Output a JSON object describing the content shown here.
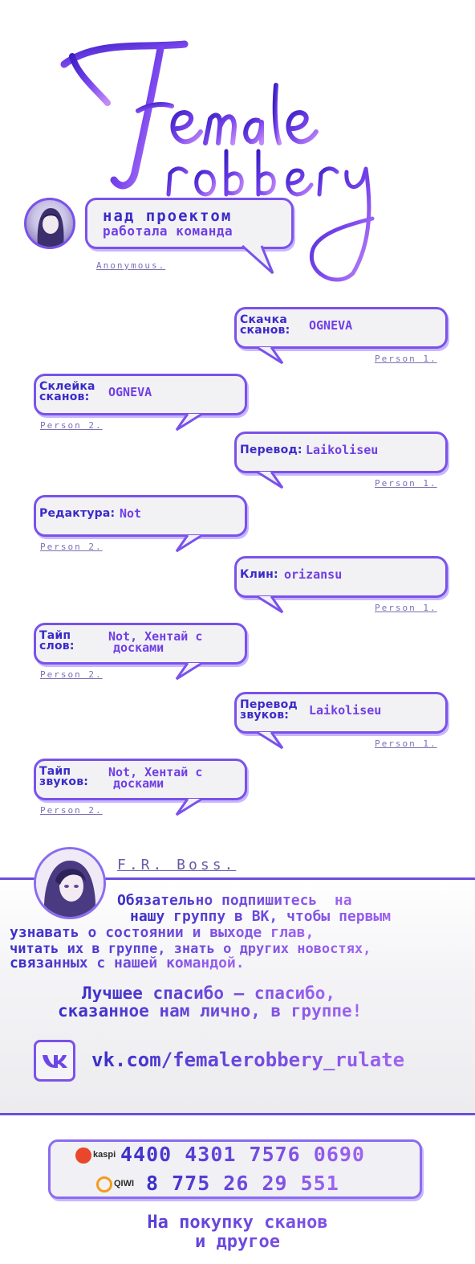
{
  "logo": {
    "line1": "Female",
    "line2": "robbery"
  },
  "header": {
    "line1": "над проектом",
    "line2": "работала команда",
    "signature": "Anonymous."
  },
  "credits": [
    {
      "label1": "Скачка",
      "label2": "сканов:",
      "value1": "OGNEVA",
      "value2": "",
      "person": "Person 1."
    },
    {
      "label1": "Склейка",
      "label2": "сканов:",
      "value1": "OGNEVA",
      "value2": "",
      "person": "Person 2."
    },
    {
      "label1": "Перевод:",
      "label2": "",
      "value1": "Laikoliseu",
      "value2": "",
      "person": "Person 1."
    },
    {
      "label1": "Редактура:",
      "label2": "",
      "value1": "Not",
      "value2": "",
      "person": "Person 2."
    },
    {
      "label1": "Клин:",
      "label2": "",
      "value1": "orizansu",
      "value2": "",
      "person": "Person 1."
    },
    {
      "label1": "Тайп",
      "label2": "слов:",
      "value1": "Not, Хентай с",
      "value2": "досками",
      "person": "Person 2."
    },
    {
      "label1": "Перевод",
      "label2": "звуков:",
      "value1": "Laikoliseu",
      "value2": "",
      "person": "Person 1."
    },
    {
      "label1": "Тайп",
      "label2": "звуков:",
      "value1": "Not, Хентай с",
      "value2": "досками",
      "person": "Person 2."
    }
  ],
  "boss": {
    "name": "F.R. Boss.",
    "message": [
      "Обязательно подпишитесь  на",
      "нашу группу в ВК, чтобы первым",
      "узнавать о состоянии и выходе глав,",
      "читать их в группе, знать о других новостях,",
      "связанных с нашей командой."
    ],
    "thanks": [
      "Лучшее спасибо — спасибо,",
      "сказанное нам лично, в группе!"
    ],
    "vk_url": "vk.com/femalerobbery_rulate"
  },
  "payment": {
    "kaspi_label": "kaspi",
    "kaspi_number": "4400 4301 7576 0690",
    "qiwi_label": "QIWI",
    "qiwi_number": "8 775 26 29 551"
  },
  "footer": {
    "line1": "На покупку сканов",
    "line2": "и другое"
  },
  "colors": {
    "accent": "#7a52ea",
    "dark": "#3b2bc8",
    "light": "#c9b6ff"
  }
}
